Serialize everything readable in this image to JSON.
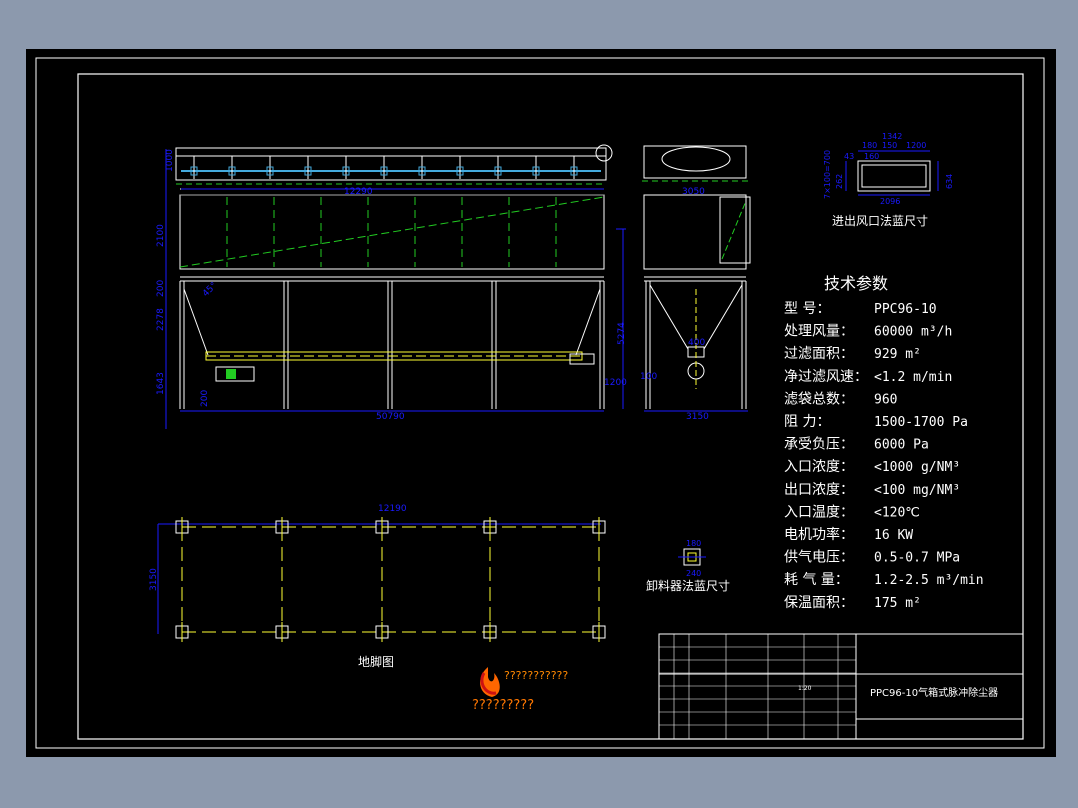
{
  "drawing": {
    "dims": {
      "top_height": "1000",
      "upper_length": "12290",
      "box_height": "2100",
      "hopper_rim": "200",
      "leg_upper": "2278",
      "leg_lower": "1643",
      "base_offset": "200",
      "total_length": "50790",
      "overall_height": "5274",
      "side_top_width": "3050",
      "side_bottom_width": "3150",
      "outlet_width": "400",
      "side_offset_a": "100",
      "side_offset_b": "1200",
      "angle_label": "45°",
      "plan_length": "12190",
      "plan_width": "3150"
    },
    "flange": {
      "title": "进出风口法蓝尺寸",
      "dims": [
        "1342",
        "180",
        "150",
        "1200",
        "43",
        "160",
        "262",
        "7×100=700",
        "634",
        "2096"
      ]
    },
    "discharger": {
      "title": "卸料器法蓝尺寸",
      "dims": [
        "180",
        "240"
      ]
    },
    "plan_caption": "地脚图",
    "spec": {
      "title": "技术参数",
      "rows": [
        {
          "label": "型    号：",
          "value": "PPC96-10"
        },
        {
          "label": "处理风量：",
          "value": "60000 m³/h"
        },
        {
          "label": "过滤面积：",
          "value": "929 m²"
        },
        {
          "label": "净过滤风速：",
          "value": "<1.2 m/min"
        },
        {
          "label": "滤袋总数：",
          "value": "960"
        },
        {
          "label": "阻    力：",
          "value": "1500-1700 Pa"
        },
        {
          "label": "承受负压：",
          "value": "6000 Pa"
        },
        {
          "label": "入口浓度：",
          "value": "<1000 g/NM³"
        },
        {
          "label": "出口浓度：",
          "value": "<100 mg/NM³"
        },
        {
          "label": "入口温度：",
          "value": "<120℃"
        },
        {
          "label": "电机功率：",
          "value": "16 KW"
        },
        {
          "label": "供气电压：",
          "value": "0.5-0.7 MPa"
        },
        {
          "label": "耗 气 量：",
          "value": "1.2-2.5 m³/min"
        },
        {
          "label": "保温面积：",
          "value": "175 m²"
        }
      ]
    },
    "title_block": {
      "name": "PPC96-10气箱式脉冲除尘器",
      "scale": "1:20"
    },
    "watermark": {
      "line1": "???????????",
      "line2": "?????????"
    }
  },
  "colors": {
    "background": "#000000",
    "frame": "#ffffff",
    "dim": "#1a1aff",
    "outline": "#ffffff",
    "hidden": "#ffff33",
    "center": "#22cc22",
    "text": "#ffffff",
    "watermark": "#ff8800"
  }
}
